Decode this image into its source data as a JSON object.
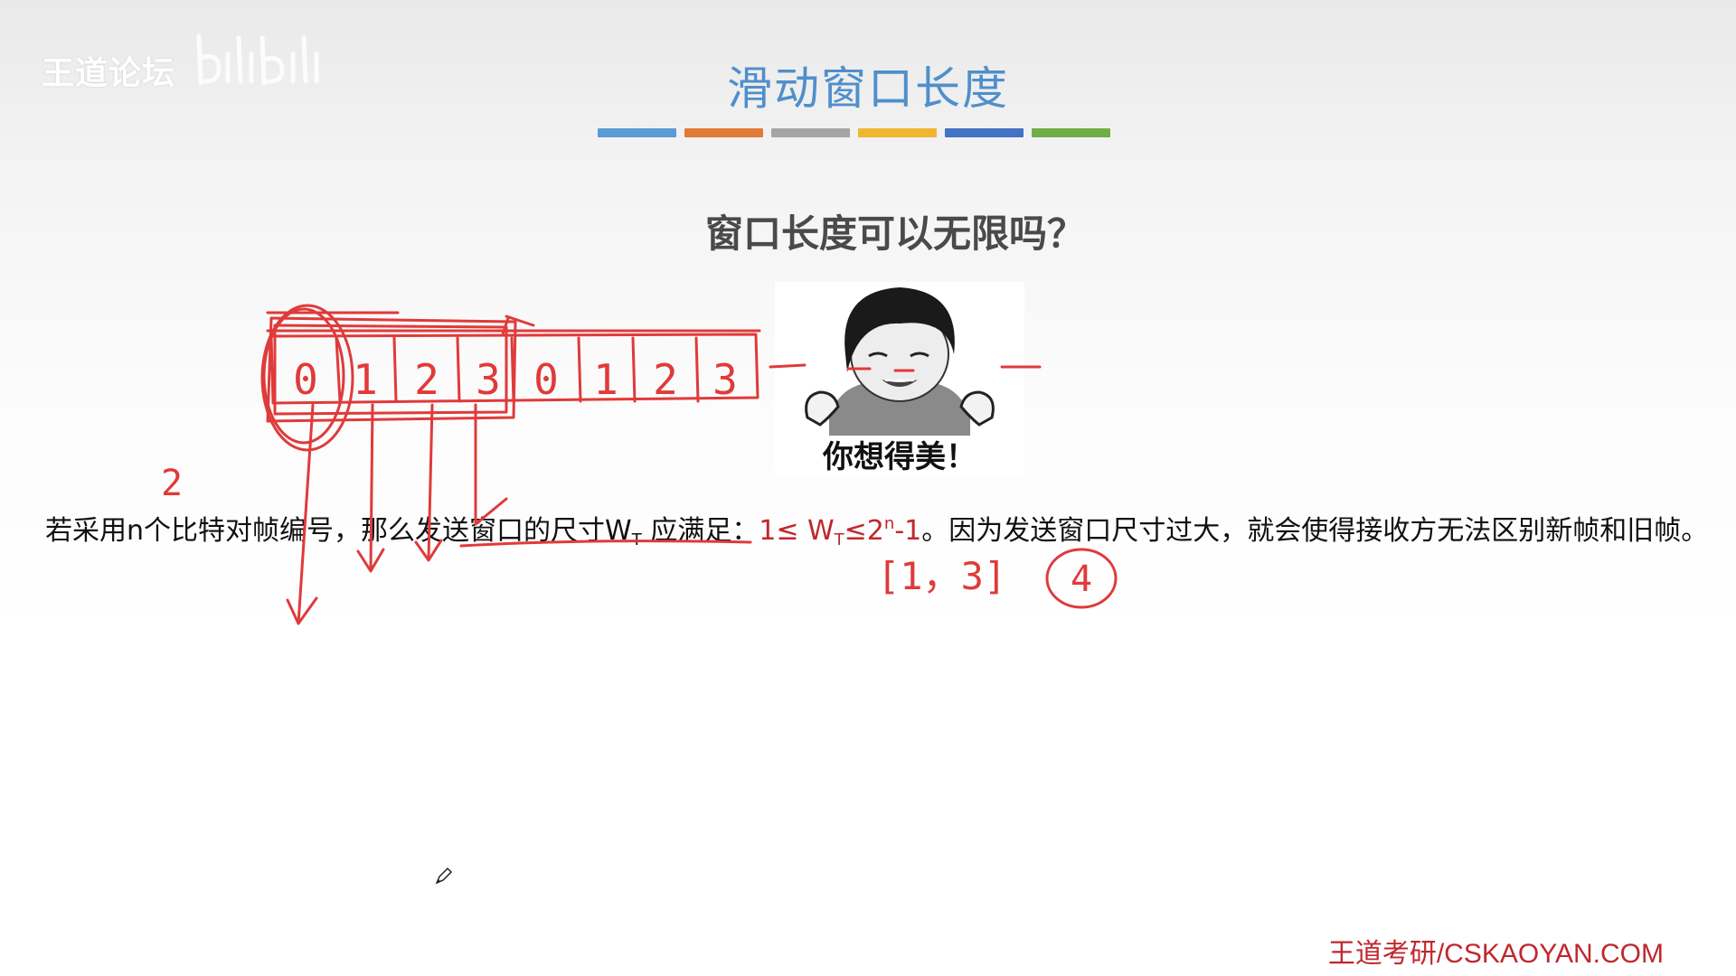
{
  "watermark": {
    "text": "王道论坛"
  },
  "slide": {
    "title": "滑动窗口长度",
    "question": "窗口长度可以无限吗？",
    "meme_caption": "你想得美！",
    "body": {
      "part1": "若采用n个比特对帧编号，那么发送窗口的尺寸W",
      "sub_T1": "T",
      "part2": " 应满足：",
      "formula_a": "1≤ W",
      "sub_T2": "T",
      "formula_b": "≤2",
      "sup_n": "n",
      "formula_c": "-1",
      "part3": "。因为发送窗口尺寸过大，就会使得接收方无法区别新帧和旧帧。"
    },
    "footer": "王道考研/CSKAOYAN.COM"
  },
  "color_bar": [
    "#5b9bd5",
    "#e07b39",
    "#a5a5a5",
    "#f0b632",
    "#4472c4",
    "#70ad47"
  ],
  "annotations": {
    "window_cells": [
      "0",
      "1",
      "2",
      "3",
      "0",
      "1",
      "2",
      "3"
    ],
    "range_note": "[1，3]",
    "circled_number": "4",
    "n_mark": "2"
  }
}
